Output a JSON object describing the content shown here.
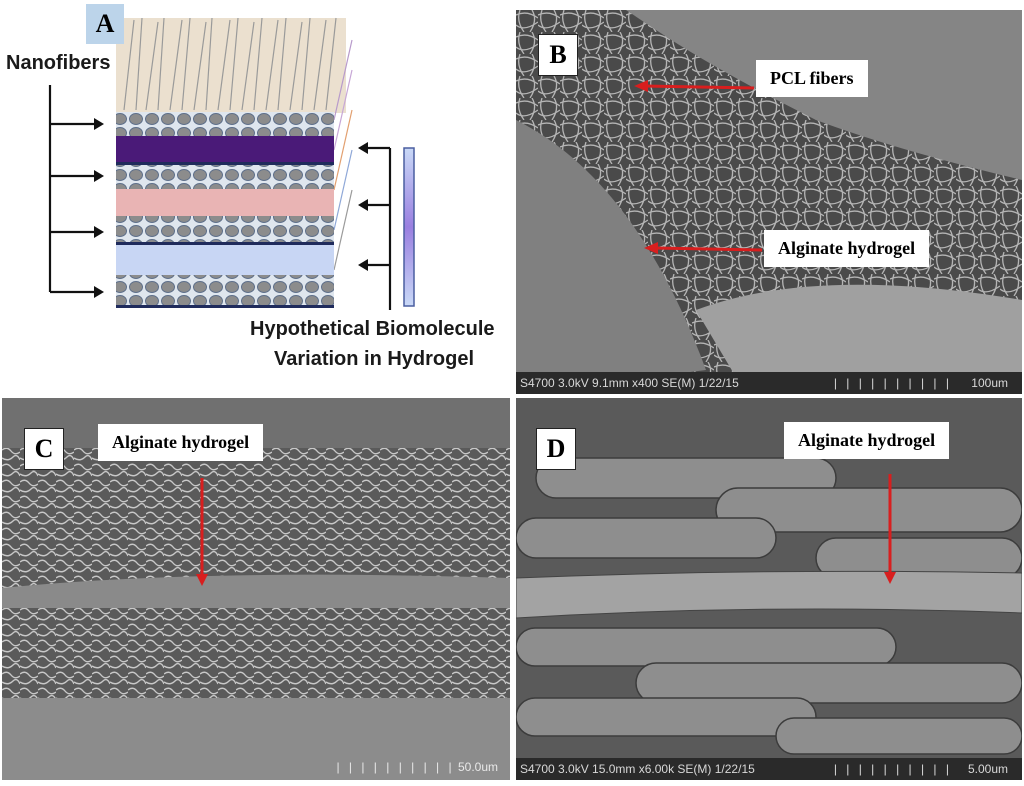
{
  "panels": {
    "a": {
      "letter": "A",
      "nanofibers_label": "Nanofibers",
      "caption_line1": "Hypothetical Biomolecule",
      "caption_line2": "Variation in Hydrogel"
    },
    "b": {
      "letter": "B",
      "label_fibers": "PCL fibers",
      "label_hydrogel": "Alginate hydrogel",
      "infobar": "S4700 3.0kV 9.1mm x400 SE(M) 1/22/15",
      "scale": "100um"
    },
    "c": {
      "letter": "C",
      "label_hydrogel": "Alginate hydrogel",
      "scale": "50.0um"
    },
    "d": {
      "letter": "D",
      "label_hydrogel": "Alginate hydrogel",
      "infobar": "S4700 3.0kV 15.0mm x6.00k SE(M) 1/22/15",
      "scale": "5.00um"
    }
  },
  "colors": {
    "arrow_red": "#d81e1e",
    "layer_purple": "#4a1a78",
    "layer_pink": "#e9b4b4",
    "layer_blue": "#c8d6f4"
  }
}
